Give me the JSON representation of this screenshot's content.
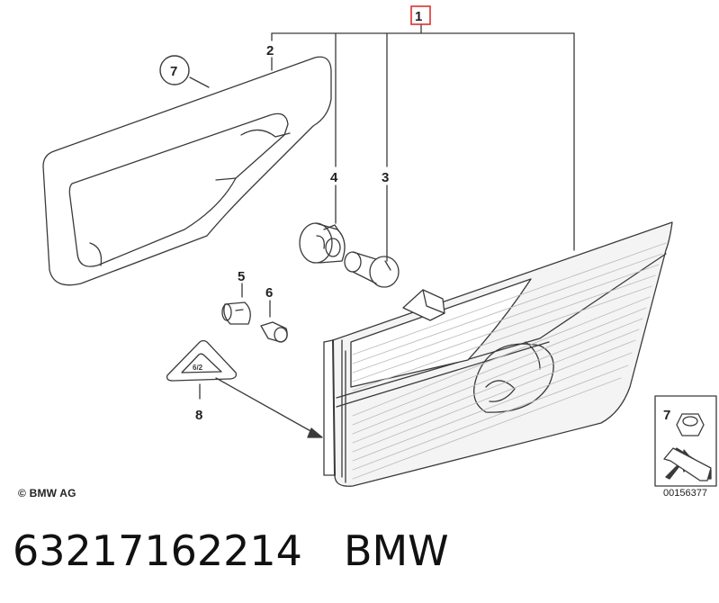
{
  "labels": {
    "main_assembly": "1",
    "gasket_top": "2",
    "bulb": "3",
    "bulb_socket": "4",
    "small_bulb": "5",
    "small_bulb_2": "6",
    "gasket_circle": "7",
    "warning_label": "8",
    "nut_box": "7"
  },
  "copyright": "© BMW AG",
  "image_ref": "00156377",
  "footer": {
    "part_number": "63217162214",
    "brand": "BMW"
  },
  "warning_symbol_text": "6/2",
  "colors": {
    "line": "#3a3a3a",
    "highlight_box": "#d8322f",
    "lens_fill": "#f4f4f4"
  }
}
